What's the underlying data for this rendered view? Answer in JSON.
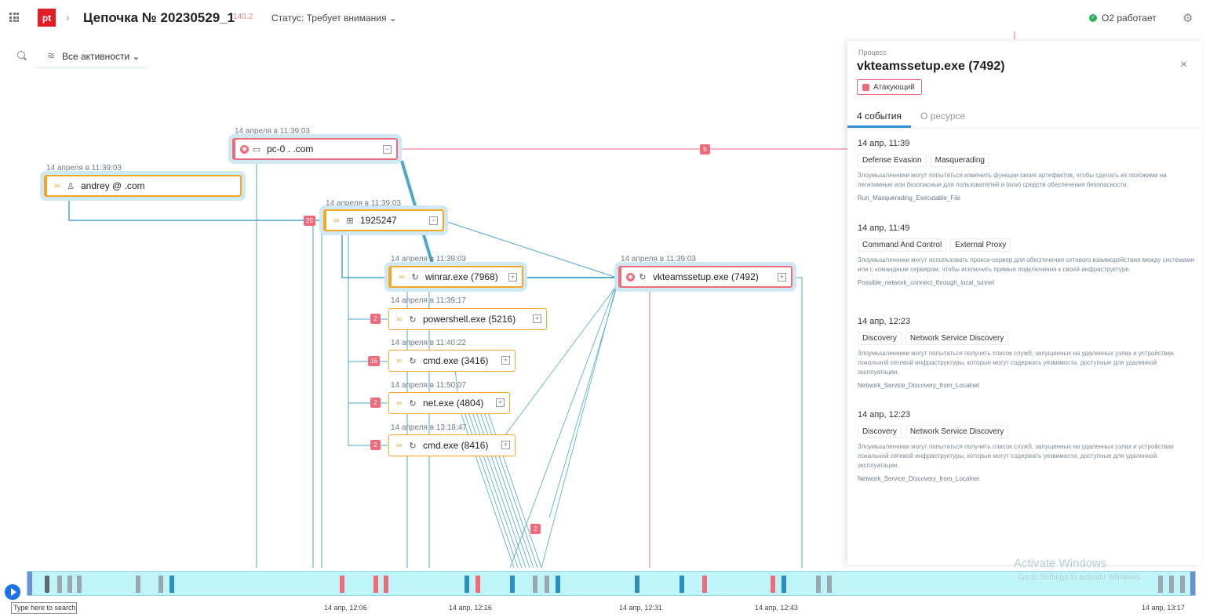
{
  "header": {
    "title": "Цепочка № 20230529_1",
    "score": "140.2",
    "status": "Статус: Требует внимания",
    "status_chevron": "⌄",
    "system_status": "O2 работает",
    "logo_text": "pt",
    "breadcrumb_chevron": "›"
  },
  "filter": {
    "label": "Все активности",
    "chevron": "⌄"
  },
  "nodes": [
    {
      "ts": "14 апреля в 11:39:03",
      "label": "pc-0          .          .com",
      "icon": "computer-icon"
    },
    {
      "ts": "14 апреля в 11:39:03",
      "label": "andrey              @             .com",
      "icon": "user-icon"
    },
    {
      "ts": "14 апреля в 11:39:03",
      "label": "1925247",
      "icon": "windows-icon"
    },
    {
      "ts": "14 апреля в 11:39:03",
      "label": "winrar.exe (7968)",
      "icon": "process-icon"
    },
    {
      "ts": "14 апреля в 11:39:03",
      "label": "vkteamssetup.exe (7492)",
      "icon": "process-icon"
    },
    {
      "ts": "14 апреля в 11:39:17",
      "label": "powershell.exe (5216)",
      "icon": "process-icon"
    },
    {
      "ts": "14 апреля в 11:40:22",
      "label": "cmd.exe (3416)",
      "icon": "process-icon"
    },
    {
      "ts": "14 апреля в 11:50:07",
      "label": "net.exe (4804)",
      "icon": "process-icon"
    },
    {
      "ts": "14 апреля в 13:18:47",
      "label": "cmd.exe (8416)",
      "icon": "process-icon"
    }
  ],
  "badges": [
    "5",
    "25",
    "2",
    "16",
    "2",
    "2",
    "2"
  ],
  "expand_glyphs": {
    "minus": "−",
    "plus": "+"
  },
  "timeline": {
    "labels": [
      "14 апр, 12:06",
      "14 апр, 12:16",
      "14 апр, 12:31",
      "14 апр, 12:43",
      "14 апр, 13:17"
    ],
    "search_placeholder": "Type here to search"
  },
  "panel": {
    "type_label": "Процесс",
    "title": "vkteamssetup.exe (7492)",
    "role_tag": "Атакующий",
    "close": "×",
    "tabs": [
      {
        "label": "4 события"
      },
      {
        "label": "О ресурсе"
      }
    ],
    "events": [
      {
        "time": "14 апр, 11:39",
        "tags": [
          "Defense Evasion",
          "Masquerading"
        ],
        "desc": "Злоумышленники могут попытаться изменить функции своих артефактов, чтобы сделать их похожими на легитимные или безопасные для пользователей и (или) средств обеспечения безопасности.",
        "rule": "Run_Masquerading_Executable_File"
      },
      {
        "time": "14 апр, 11:49",
        "tags": [
          "Command And Control",
          "External Proxy"
        ],
        "desc": "Злоумышленники могут использовать прокси-сервер для обеспечения сетевого взаимодействия между системами или с командным сервером, чтобы исключить прямые подключения к своей инфраструктуре.",
        "rule": "Possible_network_connect_through_local_tunnel"
      },
      {
        "time": "14 апр, 12:23",
        "tags": [
          "Discovery",
          "Network Service Discovery"
        ],
        "desc": "Злоумышленники могут попытаться получить список служб, запущенных на удаленных узлах и устройствах локальной сетевой инфраструктуры, которые могут содержать уязвимости, доступные для удаленной эксплуатации.",
        "rule": "Network_Service_Discovery_from_Localnet"
      },
      {
        "time": "14 апр, 12:23",
        "tags": [
          "Discovery",
          "Network Service Discovery"
        ],
        "desc": "Злоумышленники могут попытаться получить список служб, запущенных на удаленных узлах и устройствах локальной сетевой инфраструктуры, которые могут содержать уязвимости, доступные для удаленной эксплуатации.",
        "rule": "Network_Service_Discovery_from_Localnet"
      }
    ]
  },
  "watermark": {
    "title": "Activate Windows",
    "sub": "Go to Settings to activate Windows."
  },
  "colors": {
    "red": "#ef6b7b",
    "orange": "#f5a623",
    "wire": "#4aa9cc",
    "timeline_bg": "#bff5f8"
  }
}
